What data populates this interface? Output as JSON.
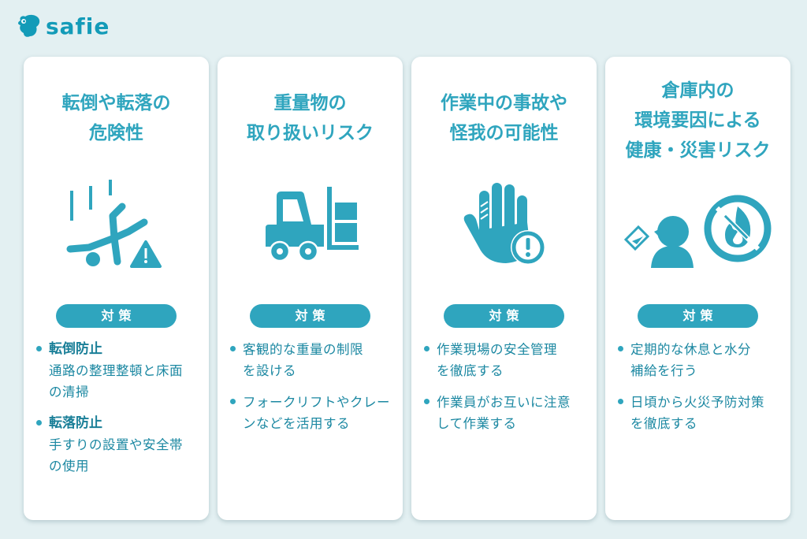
{
  "brand": {
    "name": "safie",
    "icon": "safie-bird-logo-icon",
    "color": "#139bb8"
  },
  "colors": {
    "background": "#e3f0f2",
    "accent": "#2fa5be",
    "card": "#ffffff",
    "body_text": "#1c88a2"
  },
  "measure_label": "対策",
  "cards": [
    {
      "title": "転倒や転落の\n危険性",
      "icon": "falling-person-warning-icon",
      "measures": [
        {
          "heading": "転倒防止",
          "text": "通路の整理整頓と床面\nの清掃"
        },
        {
          "heading": "転落防止",
          "text": "手すりの設置や安全帯\nの使用"
        }
      ]
    },
    {
      "title": "重量物の\n取り扱いリスク",
      "icon": "forklift-icon",
      "measures": [
        {
          "heading": "",
          "text": "客観的な重量の制限\nを設ける"
        },
        {
          "heading": "",
          "text": "フォークリフトやクレー\nンなどを活用する"
        }
      ]
    },
    {
      "title": "作業中の事故や\n怪我の可能性",
      "icon": "injured-hand-alert-icon",
      "measures": [
        {
          "heading": "",
          "text": "作業現場の安全管理\nを徹底する"
        },
        {
          "heading": "",
          "text": "作業員がお互いに注意\nして作業する"
        }
      ]
    },
    {
      "title": "倉庫内の\n環境要因による\n健康・災害リスク",
      "icon": "drinking-person-and-no-fire-icon",
      "measures": [
        {
          "heading": "",
          "text": "定期的な休息と水分\n補給を行う"
        },
        {
          "heading": "",
          "text": "日頃から火災予防対策\nを徹底する"
        }
      ]
    }
  ]
}
